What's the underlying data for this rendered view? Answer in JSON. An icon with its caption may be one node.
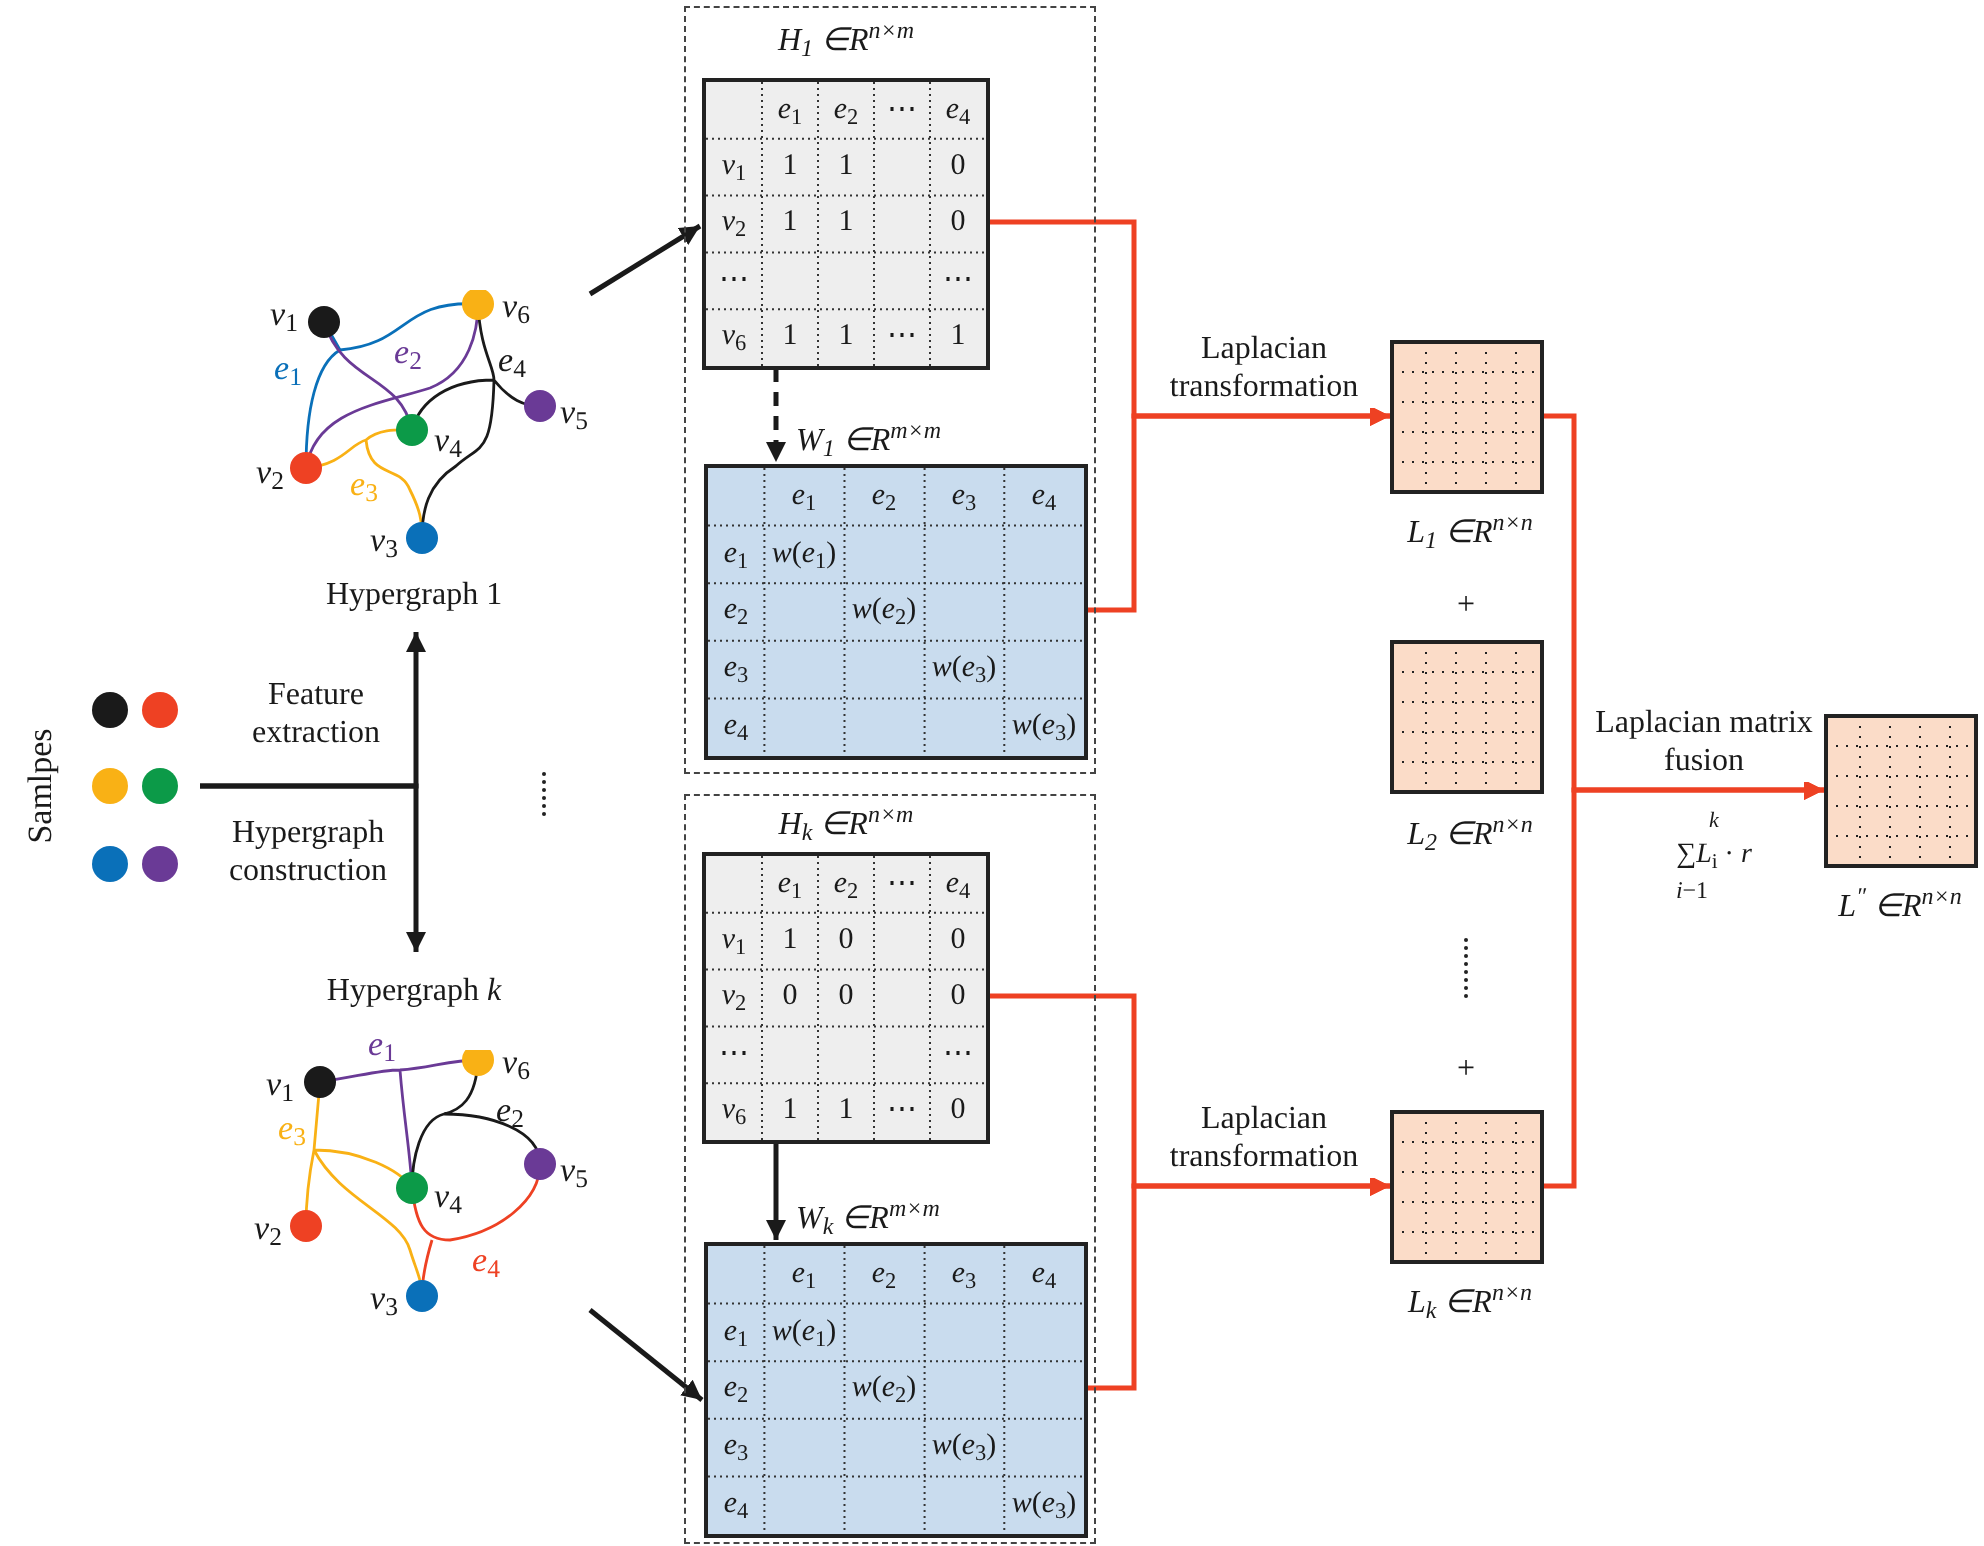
{
  "diagram": {
    "nodes": [
      {
        "text": [
          "Samlpes"
        ]
      },
      {
        "text": [
          "Hypergraph 1",
          "*v*$_{1}$",
          "*v*$_{2}$",
          "*v*$_{3}$",
          "*v*$_{4}$",
          "*v*$_{5}$",
          "*v*$_{6}$",
          "*e*$_{1}$",
          "*e*$_{2}$",
          "*e*$_{3}$",
          "*e*$_{4}$"
        ]
      },
      {
        "text": [
          "Hypergraph *k*",
          "*v*$_{1}$",
          "*v*$_{2}$",
          "*v*$_{3}$",
          "*v*$_{4}$",
          "*v*$_{5}$",
          "*v*$_{6}$",
          "*e*$_{1}$",
          "*e*$_{2}$",
          "*e*$_{3}$",
          "*e*$_{4}$"
        ]
      },
      {
        "text": [],
        "shape": "box"
      },
      {
        "text": [
          "H$_{1}$ ∈R$^{n×m}$",
          "*e*$_{1}$",
          "*e*$_{2}$",
          "⋯",
          "*e*$_{4}$",
          "*v*$_{1}$",
          "1",
          "1",
          "0",
          "*v*$_{2}$",
          "1",
          "1",
          "0",
          "⋯",
          "⋯",
          "*v*$_{6}$",
          "1",
          "1",
          "⋯",
          "1"
        ],
        "in": 3
      },
      {
        "text": [
          "W$_{1}$ ∈R$^{m×m}$",
          "*e*$_{1}$",
          "*e*$_{2}$",
          "*e*$_{3}$",
          "*e*$_{4}$",
          "*e*$_{1}$",
          "*w*(*e*$_{1}$)",
          "*e*$_{2}$",
          "*w*(*e*$_{2}$)",
          "*e*$_{3}$",
          "*w*(*e*$_{3}$)",
          "*e*$_{4}$",
          "*w*(*e*$_{3}$)"
        ],
        "in": 3
      },
      {
        "text": [],
        "shape": "box"
      },
      {
        "text": [
          "H$_{k}$ ∈R$^{n×m}$",
          "*e*$_{1}$",
          "*e*$_{2}$",
          "⋯",
          "*e*$_{4}$",
          "*v*$_{1}$",
          "1",
          "0",
          "0",
          "*v*$_{2}$",
          "0",
          "0",
          "0",
          "⋯",
          "⋯",
          "*v*$_{6}$",
          "1",
          "1",
          "⋯",
          "0"
        ],
        "in": 6
      },
      {
        "text": [
          "W$_{k}$ ∈R$^{m×m}$",
          "*e*$_{1}$",
          "*e*$_{2}$",
          "*e*$_{3}$",
          "*e*$_{4}$",
          "*e*$_{1}$",
          "*w*(*e*$_{1}$)",
          "*e*$_{2}$",
          "*w*(*e*$_{2}$)",
          "*e*$_{3}$",
          "*w*(*e*$_{3}$)",
          "*e*$_{4}$",
          "*w*(*e*$_{3}$)"
        ],
        "in": 6
      },
      {
        "text": [],
        "shape": "box",
        "beside": [
          "L$_{1}$ ∈R$^{n×n}$"
        ]
      },
      {
        "text": [],
        "shape": "box",
        "beside": [
          "L$_{2}$ ∈R$^{n×n}$"
        ]
      },
      {
        "text": [],
        "shape": "box",
        "beside": [
          "L$_{k}$ ∈R$^{n×n}$"
        ]
      },
      {
        "text": [],
        "shape": "box",
        "beside": [
          "L$^{″}$ ∈R$^{n×n}$"
        ]
      }
    ],
    "edges": [
      {
        "from": 0,
        "to": 1,
        "arrow": "to",
        "label": "Feature extraction"
      },
      {
        "from": 0,
        "to": 2,
        "arrow": "to",
        "label": "Hypergraph construction"
      },
      {
        "from": 1,
        "to": 4,
        "arrow": "to"
      },
      {
        "from": 2,
        "to": 8,
        "arrow": "to"
      },
      {
        "from": 4,
        "to": 5,
        "arrow": "to",
        "style": "dashed"
      },
      {
        "from": 7,
        "to": 8,
        "arrow": "to"
      },
      {
        "from": 4,
        "to": 9,
        "arrow": "to",
        "color": "#ee4123",
        "label": "Laplacian transformation"
      },
      {
        "from": 5,
        "to": 9,
        "arrow": "to",
        "color": "#ee4123"
      },
      {
        "from": 7,
        "to": 11,
        "arrow": "to",
        "color": "#ee4123",
        "label": "Laplacian transformation"
      },
      {
        "from": 8,
        "to": 11,
        "arrow": "to",
        "color": "#ee4123"
      },
      {
        "from": 9,
        "to": 12,
        "arrow": "to",
        "color": "#ee4123",
        "label": "Laplacian matrix fusion"
      },
      {
        "from": 11,
        "to": 12,
        "arrow": "to",
        "color": "#ee4123"
      }
    ],
    "labels": [
      "+",
      "+",
      "k",
      "∑*L*$_{i}$ · *r*",
      "*i*−1"
    ]
  }
}
